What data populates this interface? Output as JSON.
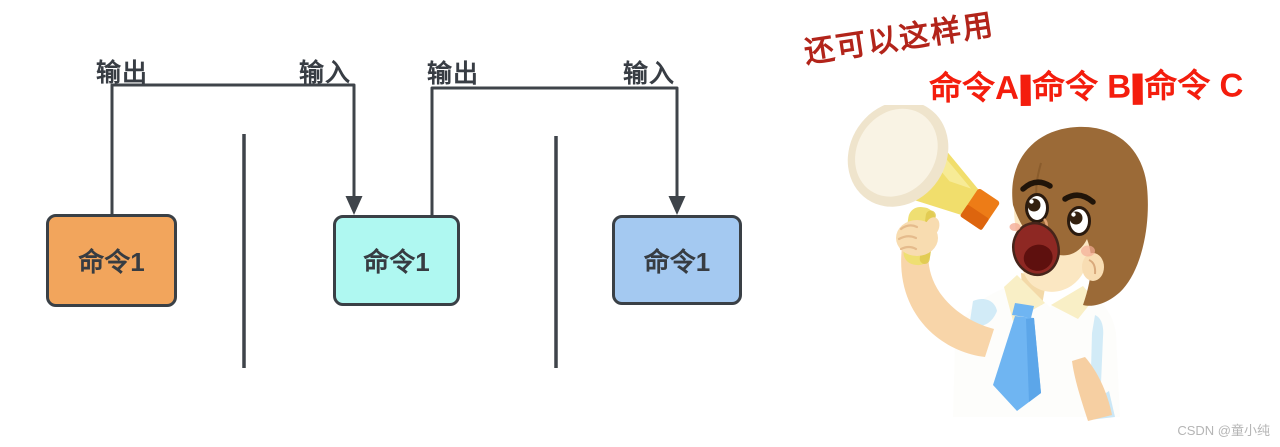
{
  "diagram": {
    "boxes": [
      {
        "label": "命令1",
        "fill": "#f2a55c"
      },
      {
        "label": "命令1",
        "fill": "#aff8f1"
      },
      {
        "label": "命令1",
        "fill": "#a4c9f1"
      }
    ],
    "connectors": [
      {
        "from_label": "输出",
        "to_label": "输入"
      },
      {
        "from_label": "输出",
        "to_label": "输入"
      }
    ],
    "pipe_divider_count": 2,
    "line_color": "#3f444a",
    "border_color": "#3a4046",
    "label_color": "#383d44"
  },
  "annotations": {
    "headline": {
      "text": "还可以这样用",
      "color": "#b2241a"
    },
    "pipe_example": {
      "text": "命令A|命令 B|命令 C",
      "segments": [
        "命令A",
        "命令 B",
        "命令 C"
      ],
      "pipe": "|",
      "color": "#f41d0d"
    }
  },
  "illustration": {
    "name": "boy-shouting-with-megaphone"
  },
  "watermark": {
    "text": "CSDN @童小纯",
    "color": "#b5b5b5"
  }
}
